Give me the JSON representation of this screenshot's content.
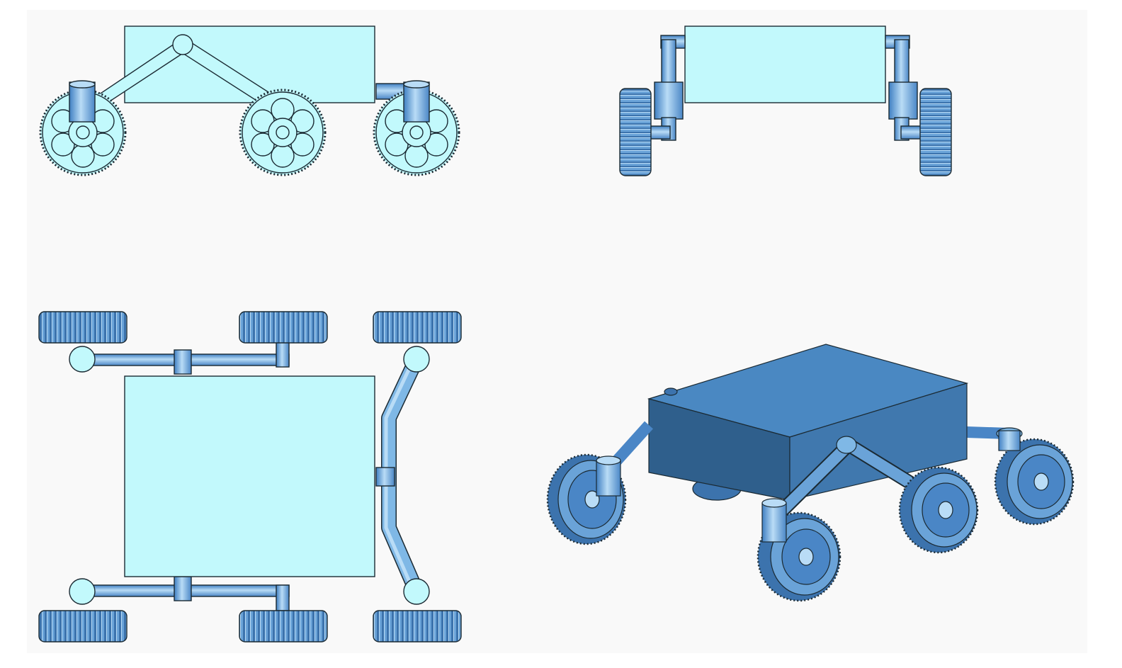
{
  "colors": {
    "background": "#f9f9f9",
    "outline": "#1b2a33",
    "pale_fill": "#c2f9fc",
    "tube": "#7fb8e6",
    "tube_dark": "#3f7fc2",
    "tube_light": "#b9dcf6",
    "body_top": "#4a88c2",
    "body_front": "#2f5f8c",
    "body_side": "#4078ae",
    "wheel_dark": "#3c73ad",
    "wheel_mid": "#6aa3d8"
  },
  "views": [
    "side-view",
    "front-view",
    "top-view",
    "isometric-view"
  ]
}
